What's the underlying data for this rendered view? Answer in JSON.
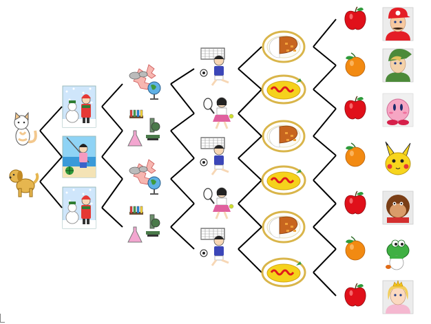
{
  "diagram": {
    "title": "",
    "line_color": "#000000",
    "background": "#ffffff",
    "columns": [
      {
        "key": "pets",
        "nodes": [
          {
            "icon": "cat-icon"
          },
          {
            "icon": "dog-icon"
          }
        ]
      },
      {
        "key": "seasons",
        "nodes": [
          {
            "icon": "winter-snowman-icon"
          },
          {
            "icon": "summer-beach-icon"
          },
          {
            "icon": "winter-snowman-icon"
          }
        ]
      },
      {
        "key": "subjects",
        "nodes": [
          {
            "icon": "social-studies-map-globe-icon"
          },
          {
            "icon": "science-lab-icon"
          },
          {
            "icon": "social-studies-map-globe-icon"
          },
          {
            "icon": "science-lab-icon"
          }
        ]
      },
      {
        "key": "sports",
        "nodes": [
          {
            "icon": "soccer-boy-icon"
          },
          {
            "icon": "tennis-girl-icon"
          },
          {
            "icon": "soccer-boy-icon"
          },
          {
            "icon": "tennis-girl-icon"
          },
          {
            "icon": "soccer-boy-icon"
          }
        ]
      },
      {
        "key": "foods",
        "nodes": [
          {
            "icon": "curry-rice-icon"
          },
          {
            "icon": "omurice-icon"
          },
          {
            "icon": "curry-rice-icon"
          },
          {
            "icon": "omurice-icon"
          },
          {
            "icon": "curry-rice-icon"
          },
          {
            "icon": "omurice-icon"
          }
        ]
      },
      {
        "key": "fruits",
        "nodes": [
          {
            "icon": "apple-icon"
          },
          {
            "icon": "orange-icon"
          },
          {
            "icon": "apple-icon"
          },
          {
            "icon": "orange-icon"
          },
          {
            "icon": "apple-icon"
          },
          {
            "icon": "orange-icon"
          },
          {
            "icon": "apple-icon"
          }
        ]
      },
      {
        "key": "characters",
        "nodes": [
          {
            "icon": "mario-icon"
          },
          {
            "icon": "link-icon"
          },
          {
            "icon": "kirby-icon"
          },
          {
            "icon": "pikachu-icon"
          },
          {
            "icon": "donkey-kong-icon"
          },
          {
            "icon": "yoshi-icon"
          },
          {
            "icon": "peach-icon"
          }
        ]
      }
    ],
    "colors": {
      "apple": "#e0101a",
      "orange": "#f28a12",
      "curry": "#c7651f",
      "omurice": "#f5d21c",
      "ketchup": "#e01b1b",
      "plate_rim": "#d9b54a",
      "cat": "#f3c88e",
      "dog": "#e6b64f",
      "winter_sky": "#cfe6fb",
      "summer_sky": "#8fd3f5",
      "sea": "#3a9ad9",
      "soccer_shirt": "#3b46b8",
      "tennis_skirt": "#e0609e",
      "mario_red": "#e41e26",
      "link_green": "#4c8a3a",
      "kirby_pink": "#f6a6c3",
      "pikachu_yellow": "#f7d51d",
      "dk_brown": "#7a3e16",
      "yoshi_green": "#3fb043",
      "peach_blonde": "#f3cd5a"
    }
  }
}
